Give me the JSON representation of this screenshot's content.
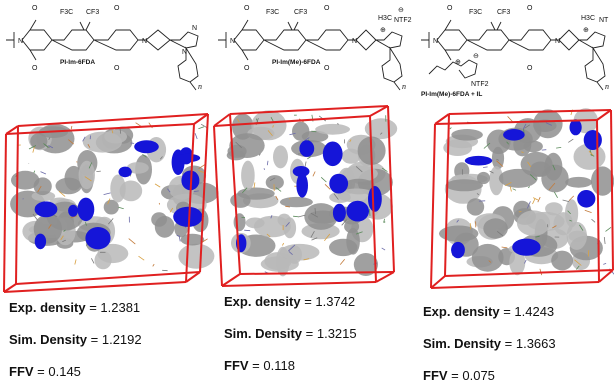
{
  "panels": [
    {
      "structure_label": "PI-Im-6FDA",
      "group_label": "",
      "exp_label": "Exp. density",
      "exp_value": " = 1.2381",
      "sim_label": "Sim. Density",
      "sim_value": " = 1.2192",
      "ffv_label": "FFV",
      "ffv_value": " = 0.145"
    },
    {
      "structure_label": "PI-Im(Me)-6FDA",
      "group_label": "NTF2",
      "exp_label": "Exp. density",
      "exp_value": " = 1.3742",
      "sim_label": "Sim. Density",
      "sim_value": " = 1.3215",
      "ffv_label": "FFV",
      "ffv_value": " = 0.118"
    },
    {
      "structure_label": "PI-Im(Me)-6FDA + IL",
      "group_label": "NT",
      "exp_label": "Exp. density",
      "exp_value": " = 1.4243",
      "sim_label": "Sim. Density",
      "sim_value": " = 1.3663",
      "ffv_label": "FFV",
      "ffv_value": " = 0.075"
    }
  ],
  "chem": {
    "cf3": "F3C",
    "cf3b": "CF3",
    "o": "O",
    "n": "N",
    "me": "H3C",
    "ntf2": "NTF2",
    "plus": "⊕",
    "minus": "⊖",
    "repeat": "n"
  },
  "colors": {
    "cube_edge": "#e02020",
    "void_blue": "#1515d8",
    "surface_gray": "#b8b8b8",
    "surface_dark": "#8f8f8f"
  }
}
